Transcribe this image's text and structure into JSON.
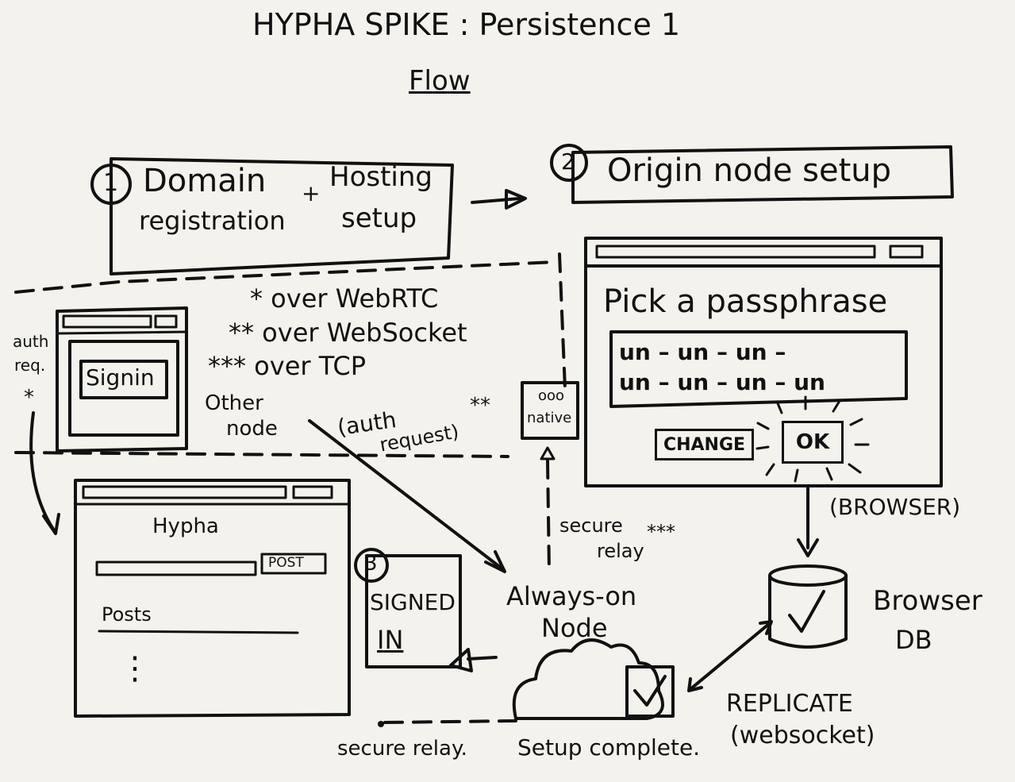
{
  "title": "HYPHA SPIKE : Persistence 1",
  "subtitle": "Flow",
  "step1": {
    "number": "1",
    "line1_left": "Domain",
    "line1_right": "Hosting",
    "plus": "+",
    "line2_left": "registration",
    "line2_right": "setup"
  },
  "step2": {
    "number": "2",
    "label": "Origin node setup",
    "passphrase_prompt": "Pick a passphrase",
    "passphrase_line1": "un – un – un –",
    "passphrase_line2": "un – un – un – un",
    "change_button": "CHANGE",
    "ok_button": "OK",
    "browser_label": "(BROWSER)"
  },
  "step3": {
    "number": "3",
    "line1": "SIGNED",
    "line2": "IN"
  },
  "legend": {
    "line1": "* over WebRTC",
    "line2": "** over WebSocket",
    "line3": "*** over TCP"
  },
  "signin_window": {
    "button": "Signin",
    "side_label_1": "auth",
    "side_label_2": "req.",
    "side_star": "*"
  },
  "other_node": {
    "line1": "Other",
    "line2": "node"
  },
  "auth_request": {
    "line1": "(auth",
    "line2": "request)",
    "stars": "**"
  },
  "native_box": {
    "dots": "ooo",
    "label": "native"
  },
  "hypha_app": {
    "title": "Hypha",
    "post_button": "POST",
    "posts_label": "Posts",
    "ellipsis": "⋮"
  },
  "secure_relay_top": {
    "line1": "secure",
    "line2": "relay",
    "stars": "***"
  },
  "always_on_node": {
    "line1": "Always-on",
    "line2": "Node"
  },
  "browser_db": {
    "line1": "Browser",
    "line2": "DB"
  },
  "replicate": {
    "line1": "REPLICATE",
    "line2": "(websocket)"
  },
  "bottom": {
    "secure_relay": "secure relay.",
    "setup_complete": "Setup complete."
  }
}
